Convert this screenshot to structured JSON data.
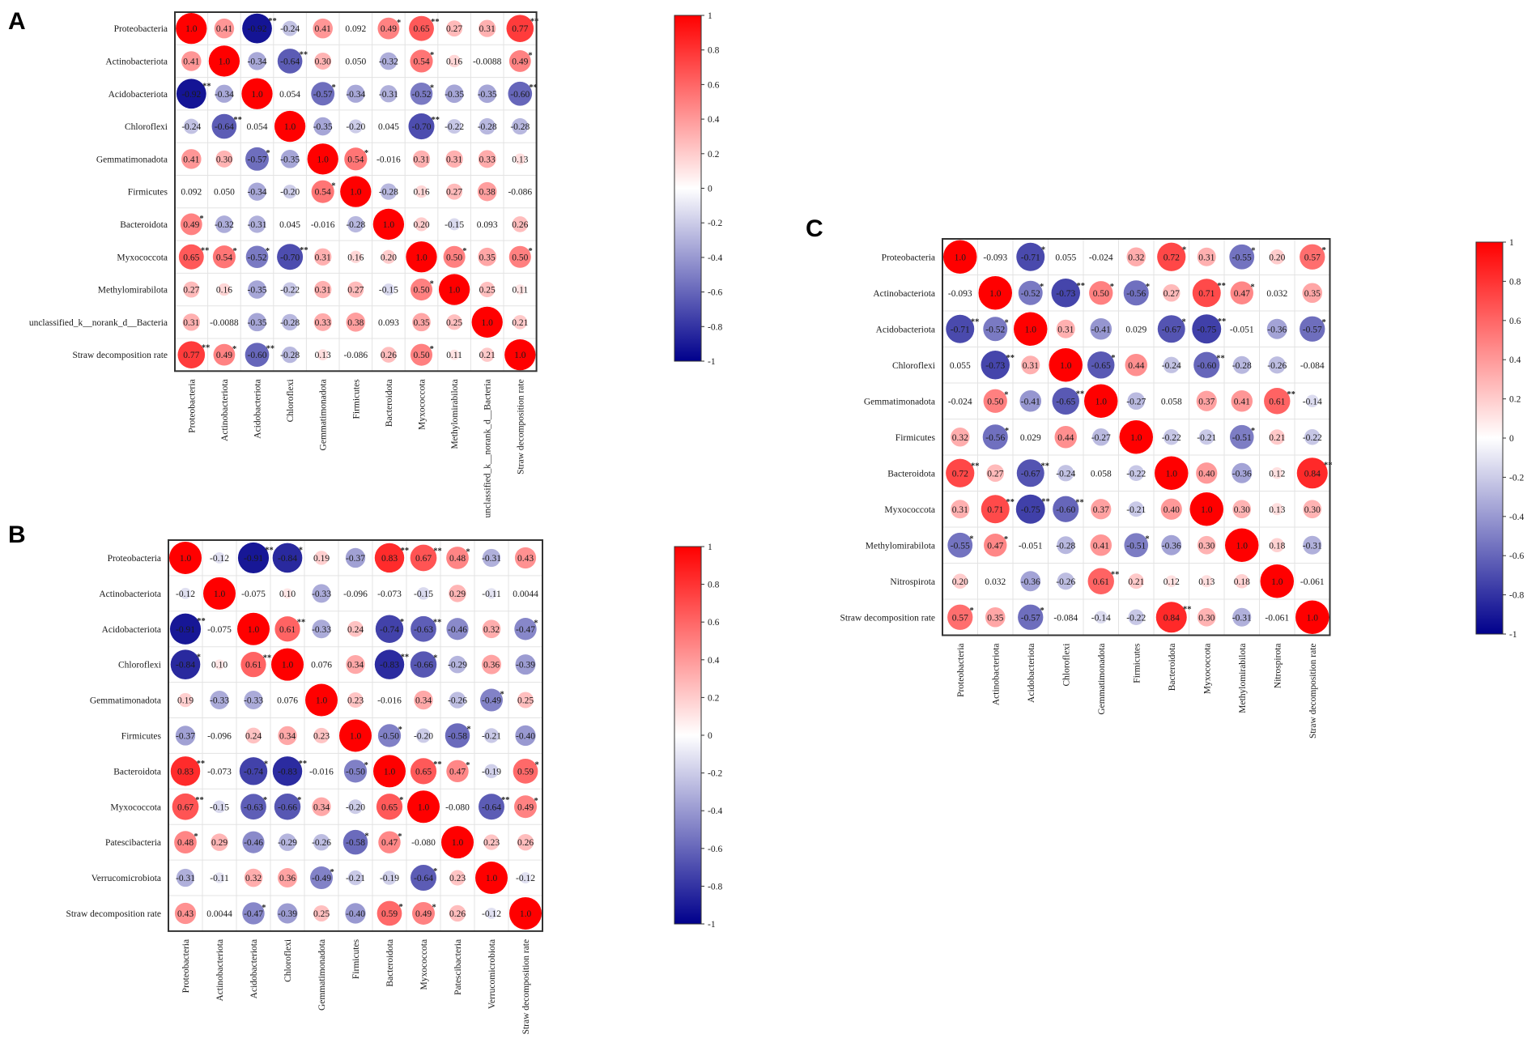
{
  "chart_data": [
    {
      "type": "heatmap",
      "panel_label": "A",
      "labels": [
        "Proteobacteria",
        "Actinobacteriota",
        "Acidobacteriota",
        "Chloroflexi",
        "Gemmatimonadota",
        "Firmicutes",
        "Bacteroidota",
        "Myxococcota",
        "Methylomirabilota",
        "unclassified_k__norank_d__Bacteria",
        "Straw decomposition rate"
      ],
      "values": [
        [
          "1.0",
          "0.41",
          "-0.92",
          "-0.24",
          "0.41",
          "0.092",
          "0.49",
          "0.65",
          "0.27",
          "0.31",
          "0.77"
        ],
        [
          "0.41",
          "1.0",
          "-0.34",
          "-0.64",
          "0.30",
          "0.050",
          "-0.32",
          "0.54",
          "0.16",
          "-0.0088",
          "0.49"
        ],
        [
          "-0.92",
          "-0.34",
          "1.0",
          "0.054",
          "-0.57",
          "-0.34",
          "-0.31",
          "-0.52",
          "-0.35",
          "-0.35",
          "-0.60"
        ],
        [
          "-0.24",
          "-0.64",
          "0.054",
          "1.0",
          "-0.35",
          "-0.20",
          "0.045",
          "-0.70",
          "-0.22",
          "-0.28",
          "-0.28"
        ],
        [
          "0.41",
          "0.30",
          "-0.57",
          "-0.35",
          "1.0",
          "0.54",
          "-0.016",
          "0.31",
          "0.31",
          "0.33",
          "0.13"
        ],
        [
          "0.092",
          "0.050",
          "-0.34",
          "-0.20",
          "0.54",
          "1.0",
          "-0.28",
          "0.16",
          "0.27",
          "0.38",
          "-0.086"
        ],
        [
          "0.49",
          "-0.32",
          "-0.31",
          "0.045",
          "-0.016",
          "-0.28",
          "1.0",
          "0.20",
          "-0.15",
          "0.093",
          "0.26"
        ],
        [
          "0.65",
          "0.54",
          "-0.52",
          "-0.70",
          "0.31",
          "0.16",
          "0.20",
          "1.0",
          "0.50",
          "0.35",
          "0.50"
        ],
        [
          "0.27",
          "0.16",
          "-0.35",
          "-0.22",
          "0.31",
          "0.27",
          "-0.15",
          "0.50",
          "1.0",
          "0.25",
          "0.11"
        ],
        [
          "0.31",
          "-0.0088",
          "-0.35",
          "-0.28",
          "0.33",
          "0.38",
          "0.093",
          "0.35",
          "0.25",
          "1.0",
          "0.21"
        ],
        [
          "0.77",
          "0.49",
          "-0.60",
          "-0.28",
          "0.13",
          "-0.086",
          "0.26",
          "0.50",
          "0.11",
          "0.21",
          "1.0"
        ]
      ],
      "significance": [
        [
          "",
          "",
          "**",
          "",
          "",
          "",
          "*",
          "**",
          "",
          "",
          "**"
        ],
        [
          "",
          "",
          "",
          "**",
          "",
          "",
          "",
          "*",
          "",
          "",
          "*"
        ],
        [
          "**",
          "",
          "",
          "",
          "*",
          "",
          "",
          "*",
          "",
          "",
          "**"
        ],
        [
          "",
          "**",
          "",
          "",
          "",
          "",
          "",
          "**",
          "",
          "",
          ""
        ],
        [
          "",
          "",
          "*",
          "",
          "",
          "*",
          "",
          "",
          "",
          "",
          ""
        ],
        [
          "",
          "",
          "",
          "",
          "*",
          "",
          "",
          "",
          "",
          "",
          ""
        ],
        [
          "*",
          "",
          "",
          "",
          "",
          "",
          "",
          "",
          "",
          "",
          ""
        ],
        [
          "**",
          "*",
          "*",
          "**",
          "",
          "",
          "",
          "",
          "*",
          "",
          "*"
        ],
        [
          "",
          "",
          "",
          "",
          "",
          "",
          "",
          "*",
          "",
          "",
          ""
        ],
        [
          "",
          "",
          "",
          "",
          "",
          "",
          "",
          "",
          "",
          "",
          ""
        ],
        [
          "**",
          "*",
          "**",
          "",
          "",
          "",
          "",
          "*",
          "",
          "",
          ""
        ]
      ],
      "colorbar": {
        "ticks": [
          "1",
          "0.8",
          "0.6",
          "0.4",
          "0.2",
          "0",
          "-0.2",
          "-0.4",
          "-0.6",
          "-0.8",
          "-1"
        ],
        "range": [
          -1,
          1
        ]
      }
    },
    {
      "type": "heatmap",
      "panel_label": "B",
      "labels": [
        "Proteobacteria",
        "Actinobacteriota",
        "Acidobacteriota",
        "Chloroflexi",
        "Gemmatimonadota",
        "Firmicutes",
        "Bacteroidota",
        "Myxococcota",
        "Patescibacteria",
        "Verrucomicrobiota",
        "Straw decomposition rate"
      ],
      "values": [
        [
          "1.0",
          "-0.12",
          "-0.91",
          "-0.84",
          "0.19",
          "-0.37",
          "0.83",
          "0.67",
          "0.48",
          "-0.31",
          "0.43"
        ],
        [
          "-0.12",
          "1.0",
          "-0.075",
          "0.10",
          "-0.33",
          "-0.096",
          "-0.073",
          "-0.15",
          "0.29",
          "-0.11",
          "0.0044"
        ],
        [
          "-0.91",
          "-0.075",
          "1.0",
          "0.61",
          "-0.33",
          "0.24",
          "-0.74",
          "-0.63",
          "-0.46",
          "0.32",
          "-0.47"
        ],
        [
          "-0.84",
          "0.10",
          "0.61",
          "1.0",
          "0.076",
          "0.34",
          "-0.83",
          "-0.66",
          "-0.29",
          "0.36",
          "-0.39"
        ],
        [
          "0.19",
          "-0.33",
          "-0.33",
          "0.076",
          "1.0",
          "0.23",
          "-0.016",
          "0.34",
          "-0.26",
          "-0.49",
          "0.25"
        ],
        [
          "-0.37",
          "-0.096",
          "0.24",
          "0.34",
          "0.23",
          "1.0",
          "-0.50",
          "-0.20",
          "-0.58",
          "-0.21",
          "-0.40"
        ],
        [
          "0.83",
          "-0.073",
          "-0.74",
          "-0.83",
          "-0.016",
          "-0.50",
          "1.0",
          "0.65",
          "0.47",
          "-0.19",
          "0.59"
        ],
        [
          "0.67",
          "-0.15",
          "-0.63",
          "-0.66",
          "0.34",
          "-0.20",
          "0.65",
          "1.0",
          "-0.080",
          "-0.64",
          "0.49"
        ],
        [
          "0.48",
          "0.29",
          "-0.46",
          "-0.29",
          "-0.26",
          "-0.58",
          "0.47",
          "-0.080",
          "1.0",
          "0.23",
          "0.26"
        ],
        [
          "-0.31",
          "-0.11",
          "0.32",
          "0.36",
          "-0.49",
          "-0.21",
          "-0.19",
          "-0.64",
          "0.23",
          "1.0",
          "-0.12"
        ],
        [
          "0.43",
          "0.0044",
          "-0.47",
          "-0.39",
          "0.25",
          "-0.40",
          "0.59",
          "0.49",
          "0.26",
          "-0.12",
          "1.0"
        ]
      ],
      "significance": [
        [
          "",
          "",
          "**",
          "*",
          "",
          "",
          "**",
          "**",
          "*",
          "",
          ""
        ],
        [
          "",
          "",
          "",
          "",
          "",
          "",
          "",
          "",
          "",
          "",
          ""
        ],
        [
          "**",
          "",
          "",
          "**",
          "",
          "",
          "*",
          "**",
          "",
          "",
          "*"
        ],
        [
          "*",
          "",
          "**",
          "",
          "",
          "",
          "**",
          "*",
          "",
          "",
          ""
        ],
        [
          "",
          "",
          "",
          "",
          "",
          "",
          "",
          "",
          "",
          "*",
          ""
        ],
        [
          "",
          "",
          "",
          "",
          "",
          "",
          "*",
          "",
          "*",
          "",
          ""
        ],
        [
          "**",
          "",
          "*",
          "**",
          "",
          "*",
          "",
          "**",
          "*",
          "",
          "*"
        ],
        [
          "**",
          "",
          "*",
          "*",
          "",
          "",
          "*",
          "",
          "",
          "**",
          "*"
        ],
        [
          "*",
          "",
          "",
          "",
          "",
          "*",
          "*",
          "",
          "",
          "",
          ""
        ],
        [
          "",
          "",
          "",
          "",
          "*",
          "",
          "",
          "*",
          "",
          "",
          ""
        ],
        [
          "",
          "",
          "*",
          "",
          "",
          "",
          "*",
          "*",
          "",
          "",
          ""
        ]
      ],
      "colorbar": {
        "ticks": [
          "1",
          "0.8",
          "0.6",
          "0.4",
          "0.2",
          "0",
          "-0.2",
          "-0.4",
          "-0.6",
          "-0.8",
          "-1"
        ],
        "range": [
          -1,
          1
        ]
      }
    },
    {
      "type": "heatmap",
      "panel_label": "C",
      "labels": [
        "Proteobacteria",
        "Actinobacteriota",
        "Acidobacteriota",
        "Chloroflexi",
        "Gemmatimonadota",
        "Firmicutes",
        "Bacteroidota",
        "Myxococcota",
        "Methylomirabilota",
        "Nitrospirota",
        "Straw decomposition rate"
      ],
      "values": [
        [
          "1.0",
          "-0.093",
          "-0.71",
          "0.055",
          "-0.024",
          "0.32",
          "0.72",
          "0.31",
          "-0.55",
          "0.20",
          "0.57"
        ],
        [
          "-0.093",
          "1.0",
          "-0.52",
          "-0.73",
          "0.50",
          "-0.56",
          "0.27",
          "0.71",
          "0.47",
          "0.032",
          "0.35"
        ],
        [
          "-0.71",
          "-0.52",
          "1.0",
          "0.31",
          "-0.41",
          "0.029",
          "-0.67",
          "-0.75",
          "-0.051",
          "-0.36",
          "-0.57"
        ],
        [
          "0.055",
          "-0.73",
          "0.31",
          "1.0",
          "-0.65",
          "0.44",
          "-0.24",
          "-0.60",
          "-0.28",
          "-0.26",
          "-0.084"
        ],
        [
          "-0.024",
          "0.50",
          "-0.41",
          "-0.65",
          "1.0",
          "-0.27",
          "0.058",
          "0.37",
          "0.41",
          "0.61",
          "-0.14"
        ],
        [
          "0.32",
          "-0.56",
          "0.029",
          "0.44",
          "-0.27",
          "1.0",
          "-0.22",
          "-0.21",
          "-0.51",
          "0.21",
          "-0.22"
        ],
        [
          "0.72",
          "0.27",
          "-0.67",
          "-0.24",
          "0.058",
          "-0.22",
          "1.0",
          "0.40",
          "-0.36",
          "0.12",
          "0.84"
        ],
        [
          "0.31",
          "0.71",
          "-0.75",
          "-0.60",
          "0.37",
          "-0.21",
          "0.40",
          "1.0",
          "0.30",
          "0.13",
          "0.30"
        ],
        [
          "-0.55",
          "0.47",
          "-0.051",
          "-0.28",
          "0.41",
          "-0.51",
          "-0.36",
          "0.30",
          "1.0",
          "0.18",
          "-0.31"
        ],
        [
          "0.20",
          "0.032",
          "-0.36",
          "-0.26",
          "0.61",
          "0.21",
          "0.12",
          "0.13",
          "0.18",
          "1.0",
          "-0.061"
        ],
        [
          "0.57",
          "0.35",
          "-0.57",
          "-0.084",
          "-0.14",
          "-0.22",
          "0.84",
          "0.30",
          "-0.31",
          "-0.061",
          "1.0"
        ]
      ],
      "significance": [
        [
          "",
          "",
          "*",
          "",
          "",
          "",
          "*",
          "",
          "*",
          "",
          "*"
        ],
        [
          "",
          "",
          "*",
          "**",
          "*",
          "*",
          "",
          "**",
          "*",
          "",
          ""
        ],
        [
          "**",
          "*",
          "",
          "",
          "",
          "",
          "*",
          "**",
          "",
          "",
          "*"
        ],
        [
          "",
          "**",
          "",
          "",
          "*",
          "",
          "",
          "**",
          "",
          "",
          ""
        ],
        [
          "",
          "*",
          "",
          "**",
          "",
          "",
          "",
          "",
          "",
          "**",
          ""
        ],
        [
          "",
          "*",
          "",
          "",
          "",
          "",
          "",
          "",
          "*",
          "",
          ""
        ],
        [
          "**",
          "",
          "**",
          "",
          "",
          "",
          "",
          "",
          "",
          "",
          "**"
        ],
        [
          "",
          "**",
          "**",
          "**",
          "",
          "",
          "",
          "",
          "",
          "",
          ""
        ],
        [
          "*",
          "*",
          "",
          "",
          "",
          "*",
          "",
          "",
          "",
          "",
          ""
        ],
        [
          "",
          "",
          "",
          "",
          "**",
          "",
          "",
          "",
          "",
          "",
          ""
        ],
        [
          "*",
          "",
          "*",
          "",
          "",
          "",
          "**",
          "",
          "",
          "",
          ""
        ]
      ],
      "colorbar": {
        "ticks": [
          "1",
          "0.8",
          "0.6",
          "0.4",
          "0.2",
          "0",
          "-0.2",
          "-0.4",
          "-0.6",
          "-0.8",
          "-1"
        ],
        "range": [
          -1,
          1
        ]
      }
    }
  ]
}
